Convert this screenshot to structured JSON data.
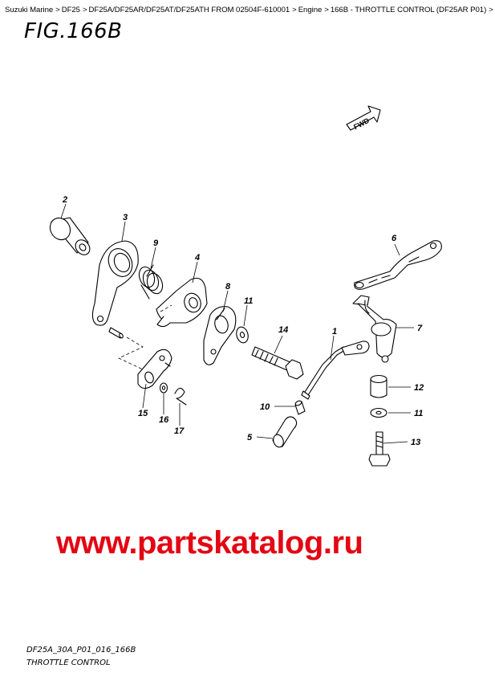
{
  "breadcrumb": {
    "items": [
      "Suzuki Marine",
      "DF25",
      "DF25A/DF25AR/DF25AT/DF25ATH FROM 02504F-610001",
      "Engine",
      "166B - THROTTLE CONTROL (DF25AR P01)"
    ],
    "separator": ">"
  },
  "figure": {
    "title": "FIG.166B",
    "fwd_label": "FWD"
  },
  "callouts": {
    "c1": "1",
    "c2": "2",
    "c3": "3",
    "c4": "4",
    "c5": "5",
    "c6": "6",
    "c7": "7",
    "c8": "8",
    "c9": "9",
    "c10": "10",
    "c11": "11",
    "c12": "12",
    "c13": "13",
    "c14": "14",
    "c15": "15",
    "c16": "16",
    "c17": "17"
  },
  "watermark": "www.partskatalog.ru",
  "footer": {
    "code": "DF25A_30A_P01_016_166B",
    "title": "THROTTLE CONTROL"
  },
  "colors": {
    "watermark": "#e30613",
    "line": "#000000"
  }
}
